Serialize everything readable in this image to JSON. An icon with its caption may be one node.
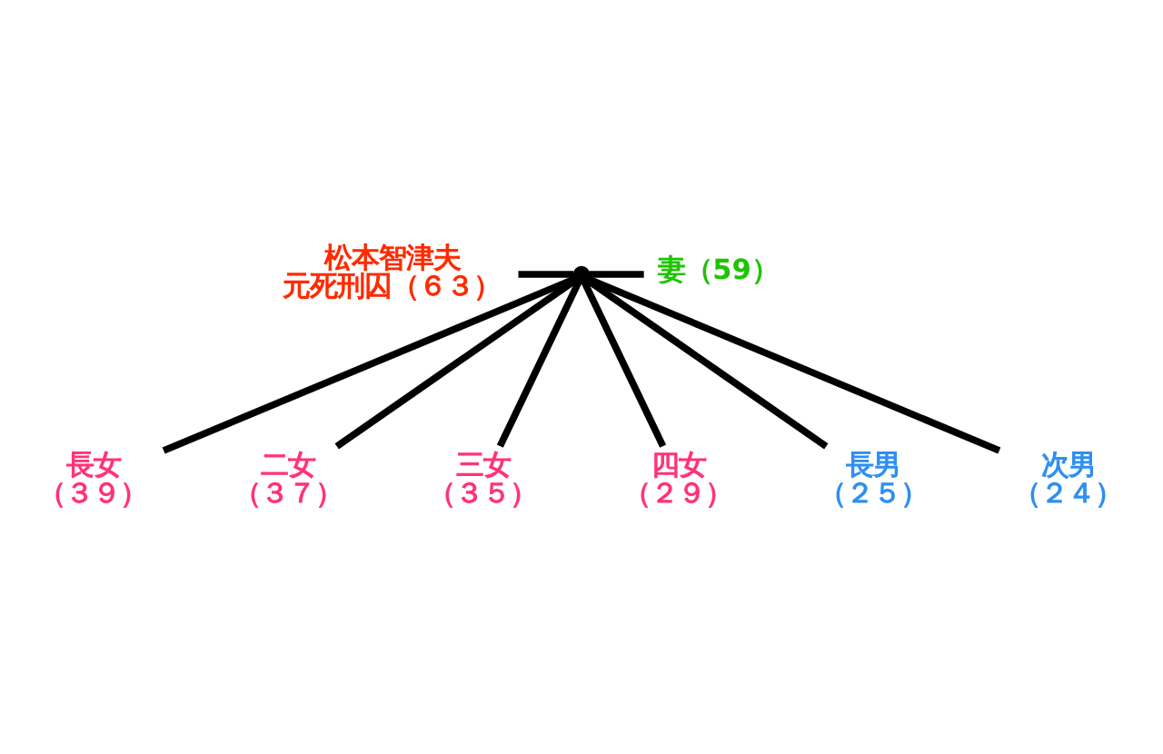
{
  "diagram": {
    "nodes": [
      {
        "text": [
          "松本智津夫",
          "元死刑囚（６３）"
        ]
      },
      {
        "text": [],
        "shape": "point"
      },
      {
        "text": [
          "妻（59）"
        ]
      },
      {
        "text": [
          "長女",
          "（３９）"
        ]
      },
      {
        "text": [
          "二女",
          "（３７）"
        ]
      },
      {
        "text": [
          "三女",
          "（３５）"
        ]
      },
      {
        "text": [
          "四女",
          "（２９）"
        ]
      },
      {
        "text": [
          "長男",
          "（２５）"
        ]
      },
      {
        "text": [
          "次男",
          "（２４）"
        ]
      }
    ],
    "edges": [
      {
        "from": 0,
        "to": 1,
        "arrow": "none"
      },
      {
        "from": 1,
        "to": 2,
        "arrow": "none"
      },
      {
        "from": 1,
        "to": 3,
        "arrow": "none"
      },
      {
        "from": 1,
        "to": 4,
        "arrow": "none"
      },
      {
        "from": 1,
        "to": 5,
        "arrow": "none"
      },
      {
        "from": 1,
        "to": 6,
        "arrow": "none"
      },
      {
        "from": 1,
        "to": 7,
        "arrow": "none"
      },
      {
        "from": 1,
        "to": 8,
        "arrow": "none"
      }
    ]
  }
}
